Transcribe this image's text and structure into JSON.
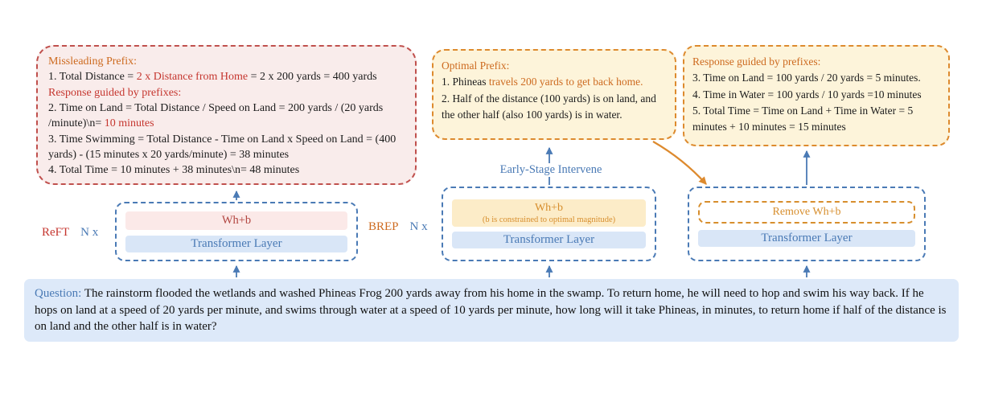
{
  "misleading_box": {
    "title": "Missleading Prefix:",
    "line1": {
      "pre": "1. Total Distance = ",
      "highlight": "2 x Distance from Home",
      "post": " = 2 x 200 yards = 400 yards"
    },
    "subtitle": "Response guided by prefixes:",
    "line2": {
      "pre": "2. Time on Land = Total Distance / Speed on Land = 200 yards / (20 yards /minute)\\n= ",
      "highlight": "10 minutes"
    },
    "line3": "3. Time Swimming = Total Distance - Time on Land x Speed on Land = (400 yards) - (15 minutes x 20 yards/minute) = 38 minutes",
    "line4": "4. Total Time = 10 minutes + 38 minutes\\n= 48 minutes"
  },
  "optimal_box": {
    "title": "Optimal Prefix:",
    "line1": {
      "pre": "1. Phineas ",
      "highlight": "travels 200 yards to get back home."
    },
    "line2": "2. Half of the distance (100 yards) is on land, and the other half (also 100 yards) is in water."
  },
  "response_box": {
    "title": "Response guided by prefixes:",
    "line1": "3. Time on Land =  100 yards / 20 yards = 5 minutes.",
    "line2": "4. Time in Water = 100 yards / 10 yards =10 minutes",
    "line3": "5. Total Time = Time on Land + Time in Water = 5 minutes + 10 minutes = 15 minutes"
  },
  "reft": {
    "label": "ReFT",
    "multiplier": "N x",
    "intervention": "Wh+b",
    "layer": "Transformer Layer"
  },
  "brep": {
    "label": "BREP",
    "multiplier": "N x",
    "annotation": "Early-Stage Intervene",
    "intervention": "Wh+b",
    "constraint": "(b is constrained to optimal magnitude)",
    "layer": "Transformer Layer"
  },
  "remove": {
    "intervention": "Remove Wh+b",
    "layer": "Transformer Layer"
  },
  "question": {
    "label": "Question:",
    "text": "The rainstorm flooded the wetlands and washed Phineas Frog 200 yards away from his home in the swamp.  To return home, he will need to hop and swim his way back. If he hops on land at a speed of 20 yards per minute, and swims through water at a speed of 10 yards per minute, how long will it take Phineas, in minutes, to return home if half of the distance is on land and the other half is in water?"
  },
  "colors": {
    "blue": "#4a7ab5",
    "red": "#c5362f",
    "dark_red_chip": "#b24540",
    "orange": "#dd8a2e",
    "orange_text": "#cd6a1f",
    "red_box_bg": "#f9eceb",
    "cream_box_bg": "#fdf4da",
    "yellow_chip_bg": "#fcecc8",
    "pink_chip_bg": "#fbe9e8",
    "transformer_chip_bg": "#d9e6f7",
    "question_bg": "#dde9f9"
  }
}
